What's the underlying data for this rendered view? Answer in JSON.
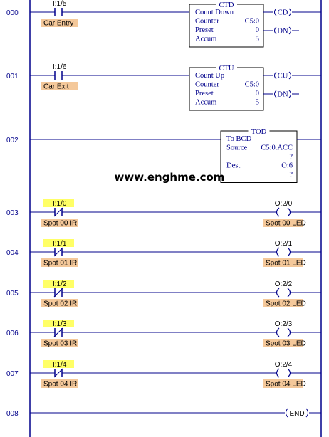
{
  "watermark": "www.enghme.com",
  "colors": {
    "rail": "#00008b",
    "wire": "#00008b",
    "label_bg": "#f4c89a",
    "address_highlight": "#ffff66"
  },
  "rungs": [
    {
      "number": "000",
      "contact": {
        "address": "I:1/5",
        "label": "Car Entry",
        "type": "xic",
        "highlight": false
      },
      "block": {
        "title": "CTD",
        "lines": [
          [
            "Count Down",
            ""
          ],
          [
            "Counter",
            "C5:0"
          ],
          [
            "Preset",
            "0"
          ],
          [
            "Accum",
            "5"
          ]
        ],
        "outputs": [
          "CD",
          "DN"
        ]
      }
    },
    {
      "number": "001",
      "contact": {
        "address": "I:1/6",
        "label": "Car Exit",
        "type": "xic",
        "highlight": false
      },
      "block": {
        "title": "CTU",
        "lines": [
          [
            "Count Up",
            ""
          ],
          [
            "Counter",
            "C5:0"
          ],
          [
            "Preset",
            "0"
          ],
          [
            "Accum",
            "5"
          ]
        ],
        "outputs": [
          "CU",
          "DN"
        ]
      }
    },
    {
      "number": "002",
      "block": {
        "title": "TOD",
        "lines": [
          [
            "To BCD",
            ""
          ],
          [
            "Source",
            "C5:0.ACC"
          ],
          [
            "",
            "?"
          ],
          [
            "Dest",
            "O:6"
          ],
          [
            "",
            "?"
          ]
        ]
      }
    },
    {
      "number": "003",
      "contact": {
        "address": "I:1/0",
        "label": "Spot 00 IR",
        "type": "xio",
        "highlight": true
      },
      "coil": {
        "address": "O:2/0",
        "label": "Spot 00 LED"
      }
    },
    {
      "number": "004",
      "contact": {
        "address": "I:1/1",
        "label": "Spot 01 IR",
        "type": "xio",
        "highlight": true
      },
      "coil": {
        "address": "O:2/1",
        "label": "Spot 01 LED"
      }
    },
    {
      "number": "005",
      "contact": {
        "address": "I:1/2",
        "label": "Spot 02 IR",
        "type": "xio",
        "highlight": true
      },
      "coil": {
        "address": "O:2/2",
        "label": "Spot 02 LED"
      }
    },
    {
      "number": "006",
      "contact": {
        "address": "I:1/3",
        "label": "Spot 03 IR",
        "type": "xio",
        "highlight": true
      },
      "coil": {
        "address": "O:2/3",
        "label": "Spot 03 LED"
      }
    },
    {
      "number": "007",
      "contact": {
        "address": "I:1/4",
        "label": "Spot 04 IR",
        "type": "xio",
        "highlight": true
      },
      "coil": {
        "address": "O:2/4",
        "label": "Spot 04 LED"
      }
    },
    {
      "number": "008",
      "end": "END"
    }
  ]
}
